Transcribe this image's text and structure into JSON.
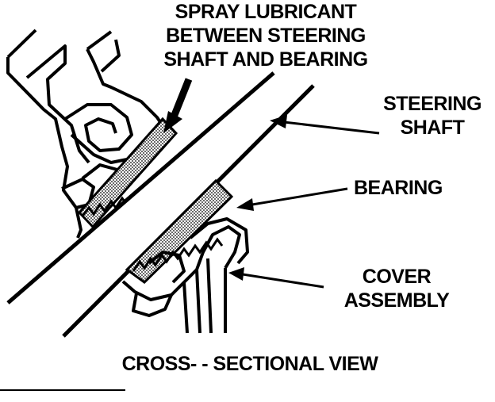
{
  "labels": {
    "spray_line1": "SPRAY LUBRICANT",
    "spray_line2": "BETWEEN STEERING",
    "spray_line3": "SHAFT AND BEARING",
    "shaft_line1": "STEERING",
    "shaft_line2": "SHAFT",
    "bearing": "BEARING",
    "cover_line1": "COVER",
    "cover_line2": "ASSEMBLY",
    "caption": "CROSS- - SECTIONAL VIEW"
  },
  "colors": {
    "ink": "#000000",
    "paper": "#ffffff"
  }
}
